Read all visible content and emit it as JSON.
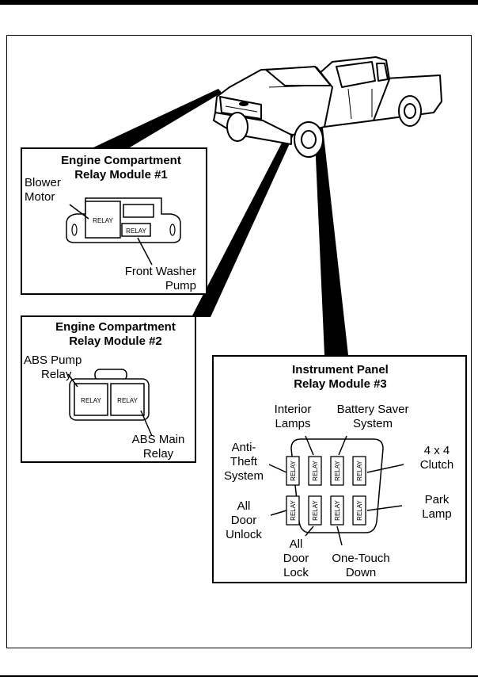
{
  "module1": {
    "title_line1": "Engine Compartment",
    "title_line2": "Relay Module #1",
    "blower_line1": "Blower",
    "blower_line2": "Motor",
    "washer_line1": "Front Washer",
    "washer_line2": "Pump"
  },
  "module2": {
    "title_line1": "Engine Compartment",
    "title_line2": "Relay Module #2",
    "abs_pump_line1": "ABS Pump",
    "abs_pump_line2": "Relay",
    "abs_main_line1": "ABS Main",
    "abs_main_line2": "Relay"
  },
  "module3": {
    "title_line1": "Instrument Panel",
    "title_line2": "Relay Module #3",
    "interior_line1": "Interior",
    "interior_line2": "Lamps",
    "battery_line1": "Battery Saver",
    "battery_line2": "System",
    "antitheft_line1": "Anti-",
    "antitheft_line2": "Theft",
    "antitheft_line3": "System",
    "clutch_line1": "4 x 4",
    "clutch_line2": "Clutch",
    "door_unlock_line1": "All",
    "door_unlock_line2": "Door",
    "door_unlock_line3": "Unlock",
    "park_line1": "Park",
    "park_line2": "Lamp",
    "door_lock_line1": "All",
    "door_lock_line2": "Door",
    "door_lock_line3": "Lock",
    "onetouch_line1": "One-Touch",
    "onetouch_line2": "Down"
  },
  "relay_label": "RELAY"
}
